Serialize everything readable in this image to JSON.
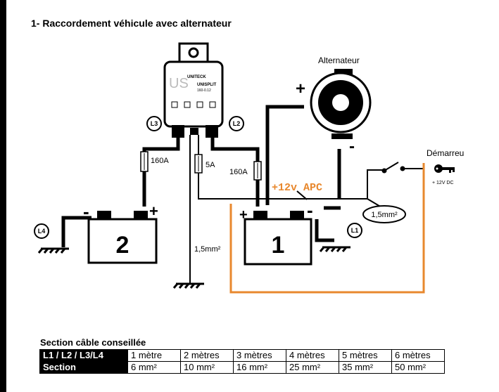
{
  "title": "1- Raccordement véhicule avec alternateur",
  "device": {
    "brand": "UNITECK",
    "model": "UNISPLIT",
    "sub": "160-0.12",
    "logo": "US"
  },
  "labels": {
    "alternator": "Alternateur",
    "starter": "Démarreu",
    "starter_voltage": "+ 12V DC",
    "apc": "+12v APC",
    "fuse_l3": "160A",
    "fuse_mid": "5A",
    "fuse_l2": "160A",
    "ground_wire": "1,5mm²",
    "circled_wire": "1,5mm²",
    "plus": "+",
    "minus": "-"
  },
  "terminals": {
    "L1": "L1",
    "L2": "L2",
    "L3": "L3",
    "L4": "L4"
  },
  "batteries": {
    "b1": "1",
    "b2": "2"
  },
  "table": {
    "title": "Section câble conseillée",
    "row1_header": "L1 / L2 / L3/L4",
    "row2_header": "Section",
    "lengths": [
      "1 mètre",
      "2 mètres",
      "3 mètres",
      "4 mètres",
      "5 mètres",
      "6 mètres"
    ],
    "sections": [
      "6 mm²",
      "10 mm²",
      "16 mm²",
      "25 mm²",
      "35 mm²",
      "50 mm²"
    ]
  },
  "colors": {
    "apc_wire": "#e8882e",
    "ink": "#000000"
  },
  "icons": {
    "starter": "key-icon",
    "ground": "ground-icon"
  }
}
